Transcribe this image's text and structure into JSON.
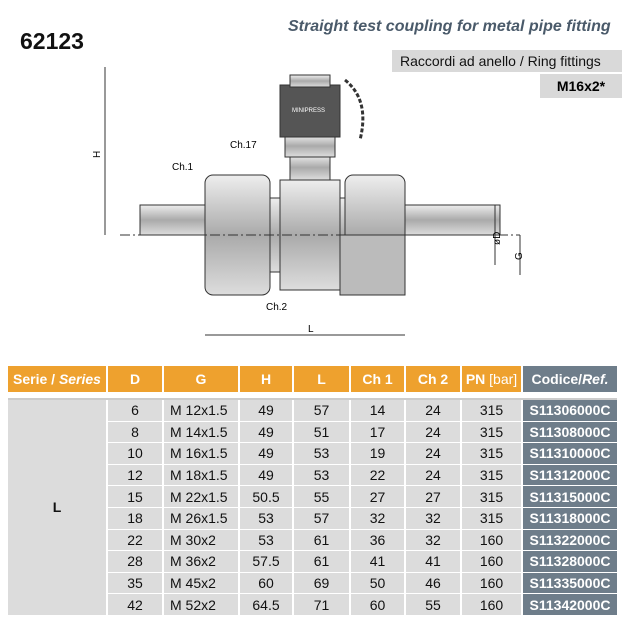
{
  "product_code": "62123",
  "subtitle": "Straight test coupling  for metal pipe fitting",
  "category": "Raccordi ad anello / Ring  fittings",
  "thread": "M16x2*",
  "drawing": {
    "logo": "MINIPRESS",
    "labels": {
      "h": "H",
      "ch17": "Ch.17",
      "ch1": "Ch.1",
      "ch2": "Ch.2",
      "l": "L",
      "d": "øD",
      "g": "G"
    }
  },
  "table": {
    "headers": {
      "serie": "Serie / ",
      "serie_it": "Series",
      "d": "D",
      "g": "G",
      "h": "H",
      "l": "L",
      "ch1": "Ch 1",
      "ch2": "Ch 2",
      "pn": "PN",
      "pn_unit": " [bar]",
      "ref": "Codice/",
      "ref_it": "Ref."
    },
    "series": "L",
    "rows": [
      {
        "d": "6",
        "g": "M 12x1.5",
        "h": "49",
        "l": "57",
        "ch1": "14",
        "ch2": "24",
        "pn": "315",
        "ref": "S11306000C"
      },
      {
        "d": "8",
        "g": "M 14x1.5",
        "h": "49",
        "l": "51",
        "ch1": "17",
        "ch2": "24",
        "pn": "315",
        "ref": "S11308000C"
      },
      {
        "d": "10",
        "g": "M 16x1.5",
        "h": "49",
        "l": "53",
        "ch1": "19",
        "ch2": "24",
        "pn": "315",
        "ref": "S11310000C"
      },
      {
        "d": "12",
        "g": "M 18x1.5",
        "h": "49",
        "l": "53",
        "ch1": "22",
        "ch2": "24",
        "pn": "315",
        "ref": "S11312000C"
      },
      {
        "d": "15",
        "g": "M 22x1.5",
        "h": "50.5",
        "l": "55",
        "ch1": "27",
        "ch2": "27",
        "pn": "315",
        "ref": "S11315000C"
      },
      {
        "d": "18",
        "g": "M 26x1.5",
        "h": "53",
        "l": "57",
        "ch1": "32",
        "ch2": "32",
        "pn": "315",
        "ref": "S11318000C"
      },
      {
        "d": "22",
        "g": "M 30x2",
        "h": "53",
        "l": "61",
        "ch1": "36",
        "ch2": "32",
        "pn": "160",
        "ref": "S11322000C"
      },
      {
        "d": "28",
        "g": "M 36x2",
        "h": "57.5",
        "l": "61",
        "ch1": "41",
        "ch2": "41",
        "pn": "160",
        "ref": "S11328000C"
      },
      {
        "d": "35",
        "g": "M 45x2",
        "h": "60",
        "l": "69",
        "ch1": "50",
        "ch2": "46",
        "pn": "160",
        "ref": "S11335000C"
      },
      {
        "d": "42",
        "g": "M 52x2",
        "h": "64.5",
        "l": "71",
        "ch1": "60",
        "ch2": "55",
        "pn": "160",
        "ref": "S11342000C"
      }
    ]
  }
}
